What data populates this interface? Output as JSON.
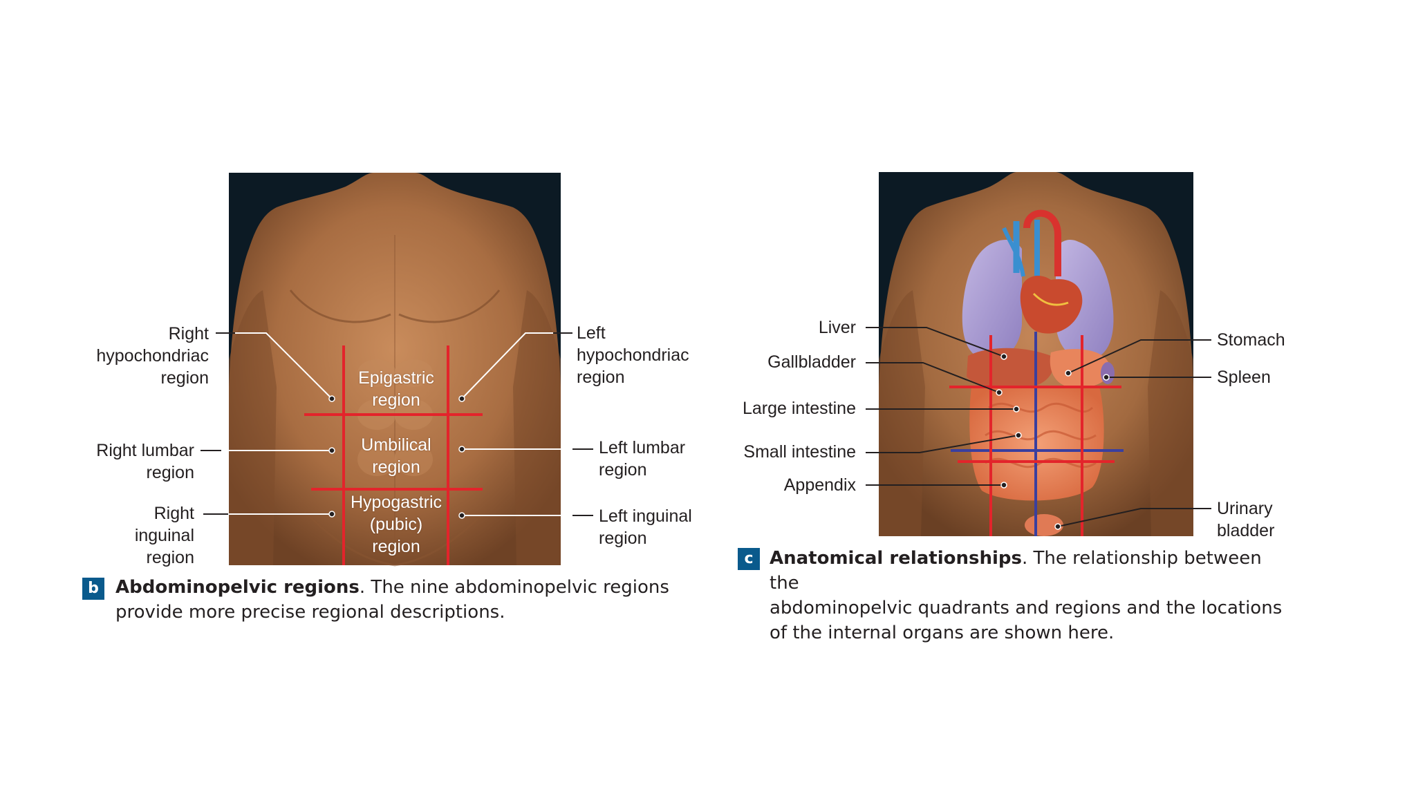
{
  "panel_b": {
    "badge": "b",
    "caption_title": "Abdominopelvic regions",
    "caption_line1_rest": ". The nine abdominopelvic regions",
    "caption_line2": "provide more precise regional descriptions.",
    "regions": {
      "epigastric": [
        "Epigastric",
        "region"
      ],
      "umbilical": [
        "Umbilical",
        "region"
      ],
      "hypogastric": [
        "Hypogastric",
        "(pubic)",
        "region"
      ]
    },
    "labels": {
      "right_hypochondriac": [
        "Right",
        "hypochondriac",
        "region"
      ],
      "left_hypochondriac": [
        "Left",
        "hypochondriac",
        "region"
      ],
      "right_lumbar": [
        "Right lumbar",
        "region"
      ],
      "left_lumbar": [
        "Left lumbar",
        "region"
      ],
      "right_inguinal": [
        "Right",
        "inguinal",
        "region"
      ],
      "left_inguinal": [
        "Left inguinal",
        "region"
      ]
    }
  },
  "panel_c": {
    "badge": "c",
    "caption_title": "Anatomical relationships",
    "caption_line1_rest": ". The relationship between the",
    "caption_line2": "abdominopelvic quadrants and regions and the locations",
    "caption_line3": "of the internal organs are shown here.",
    "labels": {
      "liver": [
        "Liver"
      ],
      "gallbladder": [
        "Gallbladder"
      ],
      "large_intestine": [
        "Large intestine"
      ],
      "small_intestine": [
        "Small intestine"
      ],
      "appendix": [
        "Appendix"
      ],
      "stomach": [
        "Stomach"
      ],
      "spleen": [
        "Spleen"
      ],
      "urinary_bladder": [
        "Urinary",
        "bladder"
      ]
    }
  },
  "colors": {
    "region_line": "#e3242b",
    "quadrant_line": "#3a3f9e",
    "badge": "#0a5a8c",
    "background_dark": "#0c1a24",
    "skin": "#b77a4c",
    "lung": "#a99bd0",
    "organ": "#e8805a"
  }
}
